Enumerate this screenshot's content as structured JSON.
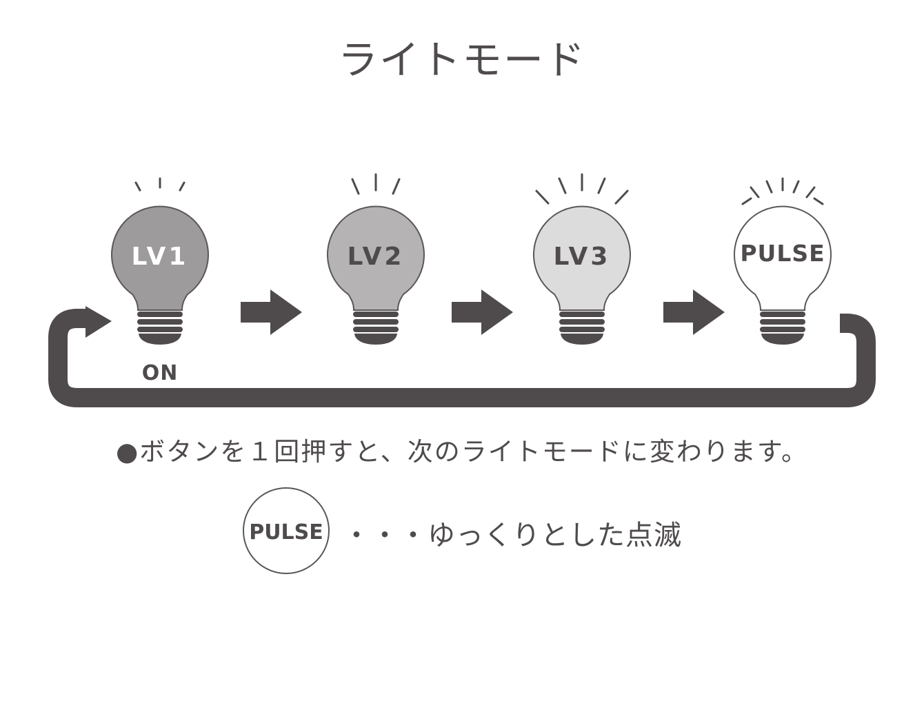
{
  "title": "ライトモード",
  "bulbs": [
    {
      "label": "LV1",
      "fill": "#9e9b9c",
      "label_color": "#ffffff",
      "rays": 3
    },
    {
      "label": "LV2",
      "fill": "#b5b3b4",
      "label_color": "#4f4b4c",
      "rays": 3
    },
    {
      "label": "LV3",
      "fill": "#dddcdc",
      "label_color": "#4f4b4c",
      "rays": 5
    },
    {
      "label": "PULSE",
      "fill": "#ffffff",
      "label_color": "#4f4b4c",
      "rays": 7
    }
  ],
  "on_label": "ON",
  "instruction": "●ボタンを１回押すと、次のライトモードに変わります。",
  "legend": {
    "badge": "PULSE",
    "text": "・・・ゆっくりとした点滅"
  },
  "colors": {
    "dark": "#4f4b4c",
    "outline": "#5a5657"
  }
}
